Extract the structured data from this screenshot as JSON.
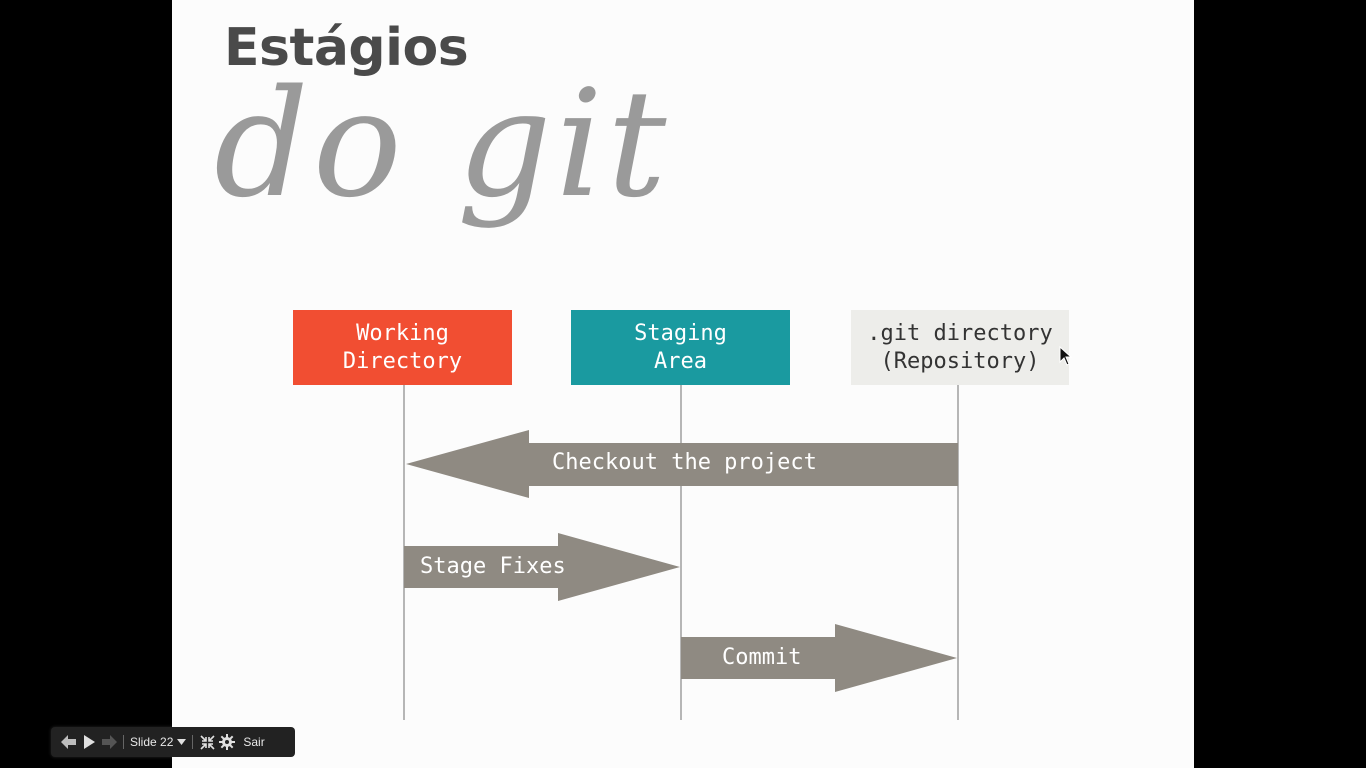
{
  "slide": {
    "title_main": "Estágios",
    "title_script": "do git"
  },
  "diagram": {
    "boxes": [
      {
        "label": "Working\nDirectory",
        "color": "#f14e32",
        "text_color": "#ffffff"
      },
      {
        "label": "Staging\nArea",
        "color": "#1a9aa0",
        "text_color": "#ffffff"
      },
      {
        "label": ".git directory\n(Repository)",
        "color": "#ededea",
        "text_color": "#333333"
      }
    ],
    "arrows": [
      {
        "label": "Checkout the project",
        "direction": "left"
      },
      {
        "label": "Stage Fixes",
        "direction": "right"
      },
      {
        "label": "Commit",
        "direction": "right"
      }
    ],
    "arrow_color": "#8f8a82",
    "line_color": "#9e9e9e"
  },
  "toolbar": {
    "prev_icon": "arrow-left-icon",
    "play_icon": "play-icon",
    "next_icon": "arrow-right-icon",
    "slide_label": "Slide 22",
    "fullscreen_icon": "collapse-icon",
    "settings_icon": "gear-icon",
    "exit_label": "Sair"
  }
}
